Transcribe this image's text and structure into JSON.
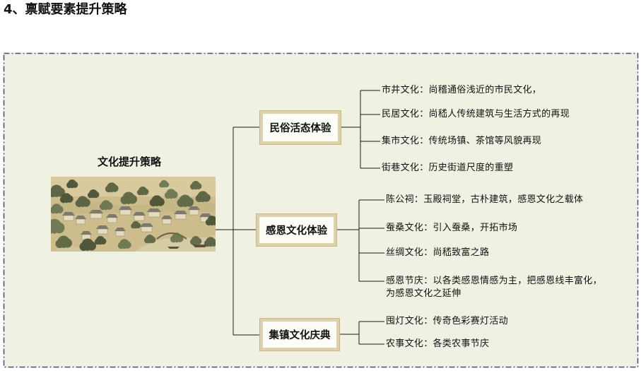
{
  "title": "4、禀赋要素提升策略",
  "diagram": {
    "root": {
      "label": "文化提升策略",
      "image_icon": "landscape-painting"
    },
    "branches": [
      {
        "label": "民俗活态体验",
        "items": [
          {
            "lines": [
              "市井文化：尚稽通俗浅近的市民文化，"
            ]
          },
          {
            "lines": [
              "民居文化：尚嵇人传统建筑与生活方式的再现"
            ]
          },
          {
            "lines": [
              "集市文化：传统场镇、茶馆等风貌再现"
            ]
          },
          {
            "lines": [
              "街巷文化：历史街道尺度的重塑"
            ]
          }
        ]
      },
      {
        "label": "感恩文化体验",
        "items": [
          {
            "lines": [
              "陈公祠：玉殿祠堂，古朴建筑，感恩文化之载体"
            ]
          },
          {
            "lines": [
              "蚕桑文化：引入蚕桑，开拓市场"
            ]
          },
          {
            "lines": [
              "丝绸文化：尚嵇致富之路"
            ]
          },
          {
            "lines": [
              "感恩节庆：以各类感恩情感为主，把感恩线丰富化，",
              "为感恩文化之延伸"
            ]
          }
        ]
      },
      {
        "label": "集镇文化庆典",
        "items": [
          {
            "lines": [
              "囤灯文化：传奇色彩赛灯活动"
            ]
          },
          {
            "lines": [
              "农事文化：各类农事节庆"
            ]
          }
        ]
      }
    ]
  },
  "colors": {
    "frame_background": "#eff1e2",
    "frame_border": "#3c4b8a",
    "box_border": "#dcd0ae",
    "line": "#1a1a1a",
    "text": "#111111"
  }
}
